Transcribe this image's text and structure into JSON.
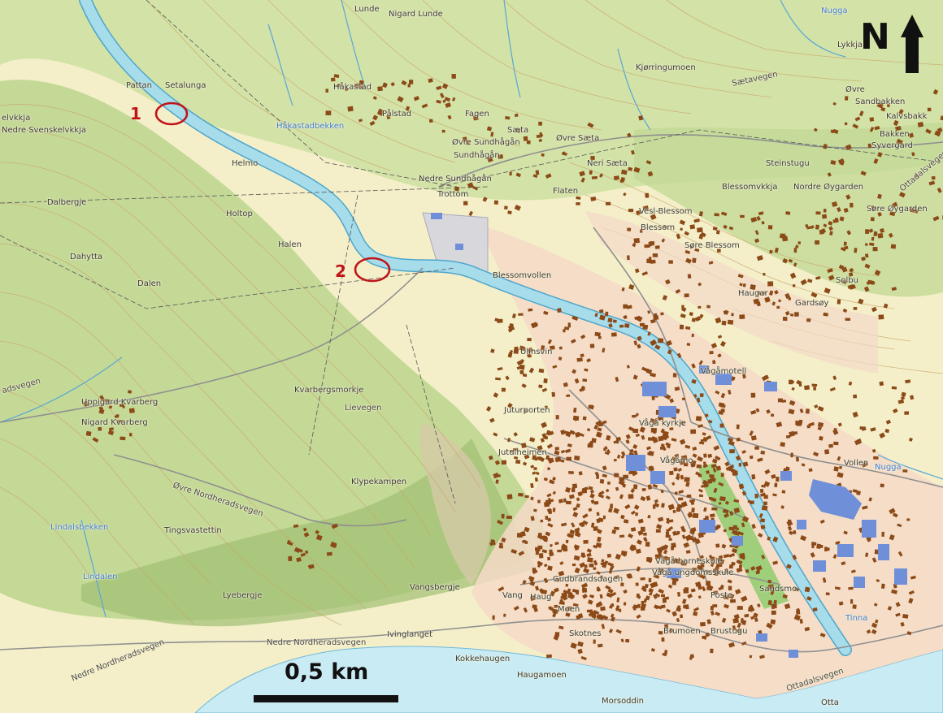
{
  "north_label": "N",
  "scale_label": "0,5 km",
  "markers": [
    {
      "id": "1",
      "label": "1"
    },
    {
      "id": "2",
      "label": "2"
    }
  ],
  "labels": {
    "lunde": "Lunde",
    "nigard_lunde": "Nigard Lunde",
    "nugga_top": "Nugga",
    "lykkja": "Lykkja",
    "ovre": "Øvre",
    "sandbakken": "Sandbakken",
    "kalvsbakk": "Kalvsbakk",
    "bakken": "Bakken",
    "syvergard": "Syvergard",
    "ottadalsvegen_top": "Ottadalsvegen",
    "hakastad": "Håkastad",
    "setalunga": "Setalunga",
    "pattan": "Pattan",
    "elvkkja": "elvkkja",
    "nedre_svenskelvkkja": "Nedre Svenskelvkkja",
    "hakastadbekken": "Håkastadbekken",
    "palstad": "Pålstad",
    "fagen": "Fagen",
    "kjorringumoen": "Kjørringumoen",
    "saetavegen": "Sætavegen",
    "saeta": "Sæta",
    "ovre_sundhagan": "Øvre Sundhågån",
    "sundhagan": "Sundhågån",
    "ovre_saeta": "Øvre Sæta",
    "helmo": "Helmo",
    "nedre_sundhagan": "Nedre Sundhågån",
    "nerisaeta": "Neri Sæta",
    "steinstugu": "Steinstugu",
    "trottom": "Trottom",
    "flaten": "Flaten",
    "blessomvkkja": "Blessomvkkja",
    "nordre_oygarden": "Nordre Øygarden",
    "dalbergje": "Dalbergje",
    "holtop": "Holtop",
    "vesl_blessom": "Vesl-Blessom",
    "blessom": "Blessom",
    "sore_blessom": "Søre Blessom",
    "sore_oygarden": "Søre Øygarden",
    "halen": "Halen",
    "dahytta": "Dahytta",
    "dalen": "Dalen",
    "blessomvollen": "Blessomvollen",
    "haugar": "Haugar",
    "solbu": "Solbu",
    "gardsoy": "Gardsøy",
    "ulinsvin": "Ulinsvin",
    "vagamotell": "Vågåmotell",
    "uppigard_kvarberg": "Uppigard Kvarberg",
    "nigard_kvarberg": "Nigard Kvarberg",
    "kvarbergsmorkje": "Kvarbergsmorkje",
    "lievegen": "Lievegen",
    "juturporten": "Juturporten",
    "vaga_kyrkje": "Vågå kyrkje",
    "adsvegen": "adsvegen",
    "jutulheimen": "Jutulheimen",
    "vagamo": "Vågåmo",
    "vollen": "Vollen",
    "nugga_right": "Nugga",
    "klypekampen": "Klypekampen",
    "ovre_nordheradsvegen": "Øvre Nordheradsvegen",
    "lindalsbekken": "Lindalsbekken",
    "tingsvastettin": "Tingsvastettin",
    "vaga_barneskule": "Vågå barneskule",
    "vaga_ungdomsskule": "Vågå ungdomsskule",
    "lindalen": "Lindalen",
    "vangsbergje": "Vangsbergje",
    "gudbrandsdagen": "Gudbrandsdagen",
    "lyebergje": "Lyebergje",
    "vang": "Vang",
    "haug": "Haug",
    "moen": "Moen",
    "poste": "Poste",
    "sandsmo": "Sandsmo",
    "tinna": "Tinna",
    "brumoen": "Brumoen",
    "brustugu": "Brustugu",
    "skotnes": "Skotnes",
    "ivinglanget": "Ivinglanget",
    "nedre_nordheradsvegen": "Nedre Nordheradsvegen",
    "kokkehaugen": "Kokkehaugen",
    "haugamoen": "Haugamoen",
    "nedre_nordheradsvegen_sw": "Nedre Nordheradsvegen",
    "morsoddin": "Morsoddin",
    "ottadalsvegen": "Ottadalsvegen",
    "otta": "Otta"
  },
  "colors": {
    "terrain_light": "#f4efc9",
    "terrain_green": "#c8dc9a",
    "forest": "#b4d08a",
    "contour": "#c9a36a",
    "river": "#a7dcea",
    "river_edge": "#4ea6cc",
    "lake": "#c9ecf4",
    "urban": "#f4d9c7",
    "building": "#8b4a18",
    "public_building": "#6f8fd8",
    "road": "#9a9a9a",
    "marker": "#c0141a",
    "text": "#3c3c3c",
    "water_text": "#3f7fd6"
  }
}
